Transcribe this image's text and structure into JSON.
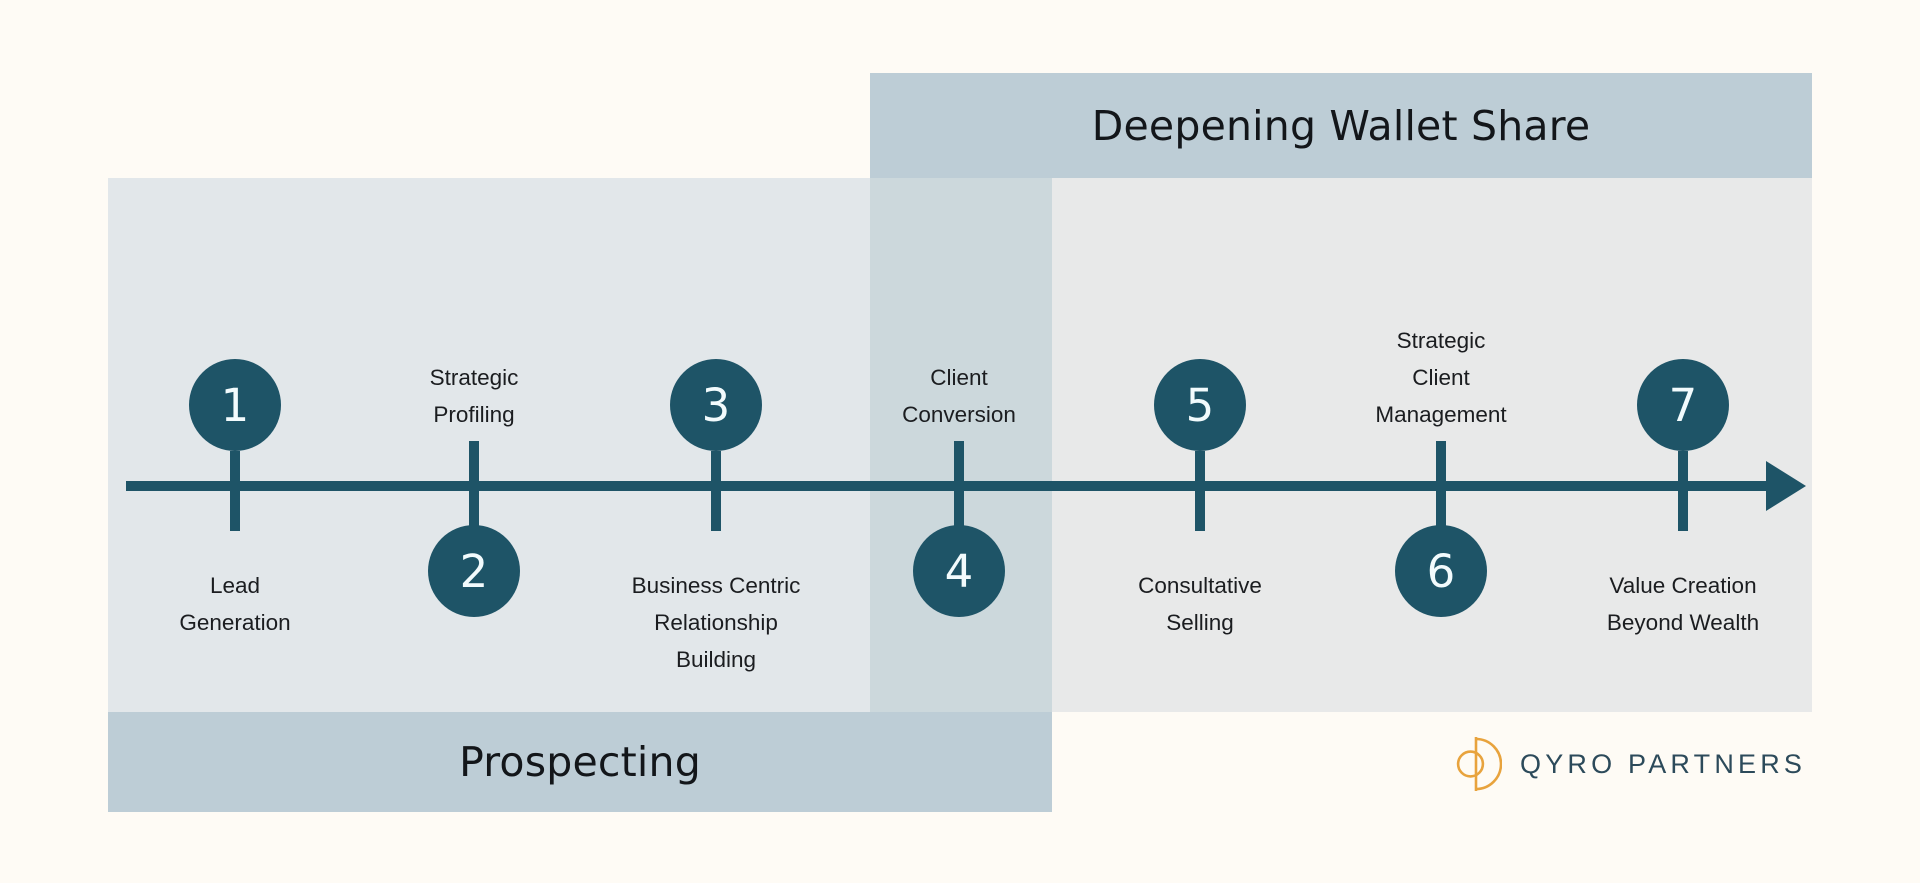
{
  "palette": {
    "page_background": "#fefbf5",
    "panel_left": "#e2e7ea",
    "panel_overlap": "#ccd8dc",
    "panel_right": "#e8e9e9",
    "band": "#bdcdd6",
    "marker": "#1e5467",
    "axis": "#1e5467",
    "text": "#1b1d20",
    "logo_mark": "#e8a33d",
    "logo_text": "#2c4a5a"
  },
  "bands": {
    "prospecting": "Prospecting",
    "deepening": "Deepening Wallet Share"
  },
  "timeline": {
    "stages": [
      {
        "number": "1",
        "label": "Lead\nGeneration",
        "label_line1": "Lead",
        "label_line2": "Generation",
        "label_line3": "",
        "marker_position": "above",
        "label_position": "below"
      },
      {
        "number": "2",
        "label": "Strategic\nProfiling",
        "label_line1": "Strategic",
        "label_line2": "Profiling",
        "label_line3": "",
        "marker_position": "below",
        "label_position": "above"
      },
      {
        "number": "3",
        "label": "Business Centric\nRelationship\nBuilding",
        "label_line1": "Business Centric",
        "label_line2": "Relationship",
        "label_line3": "Building",
        "marker_position": "above",
        "label_position": "below"
      },
      {
        "number": "4",
        "label": "Client\nConversion",
        "label_line1": "Client",
        "label_line2": "Conversion",
        "label_line3": "",
        "marker_position": "below",
        "label_position": "above"
      },
      {
        "number": "5",
        "label": "Consultative\nSelling",
        "label_line1": "Consultative",
        "label_line2": "Selling",
        "label_line3": "",
        "marker_position": "above",
        "label_position": "below"
      },
      {
        "number": "6",
        "label": "Strategic\nClient\nManagement",
        "label_line1": "Strategic",
        "label_line2": "Client",
        "label_line3": "Management",
        "marker_position": "below",
        "label_position": "above"
      },
      {
        "number": "7",
        "label": "Value Creation\nBeyond Wealth",
        "label_line1": "Value Creation",
        "label_line2": "Beyond Wealth",
        "label_line3": "",
        "marker_position": "above",
        "label_position": "below"
      }
    ]
  },
  "logo": {
    "text": "QYRO PARTNERS",
    "mark": "qyro-circle-mark"
  }
}
